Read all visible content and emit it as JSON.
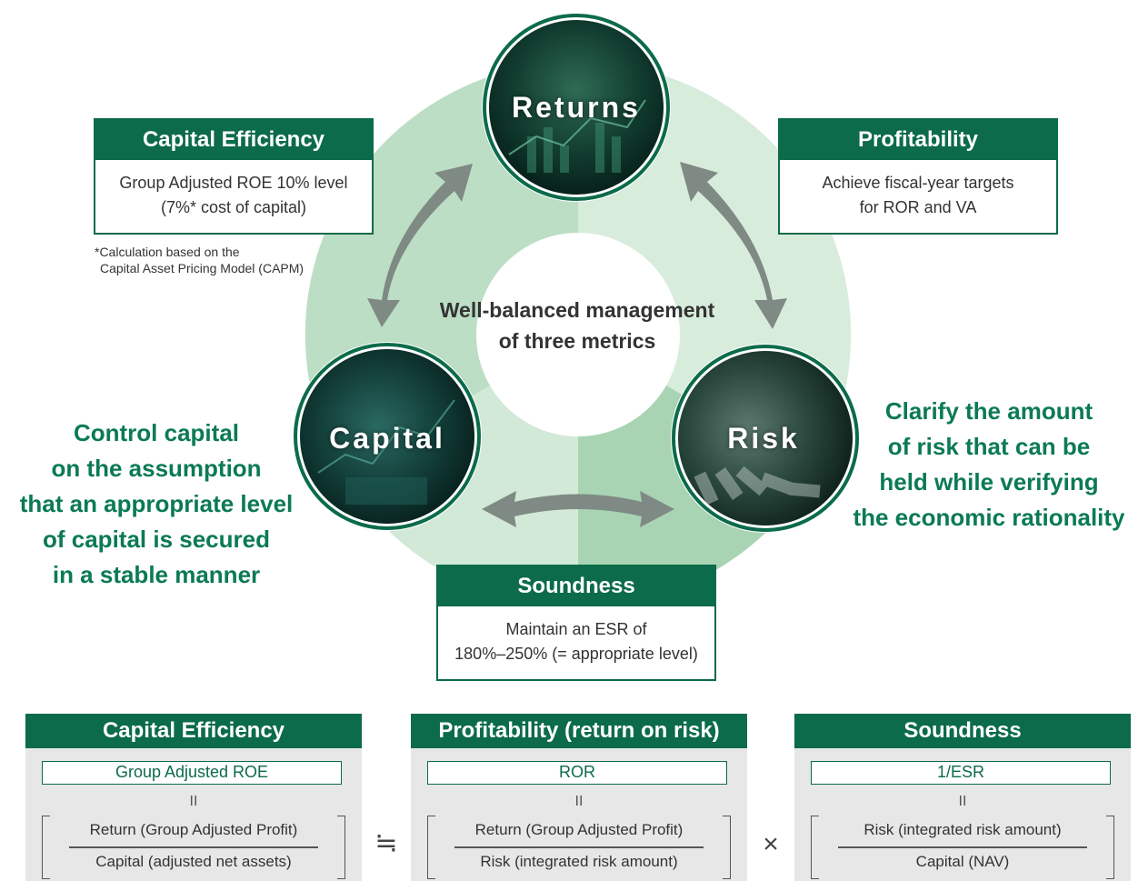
{
  "colors": {
    "brand_green": "#0b6b4a",
    "text_green": "#0b7a55",
    "ring_light": "#c9e2cf",
    "ring_mid": "#a8d3b2",
    "arrow_gray": "#7f8a84",
    "panel_gray": "#e7e7e7"
  },
  "circles": {
    "returns": "Returns",
    "capital": "Capital",
    "risk": "Risk"
  },
  "center": {
    "line1": "Well-balanced management",
    "line2": "of three metrics"
  },
  "capital_efficiency_box": {
    "title": "Capital Efficiency",
    "line1": "Group Adjusted ROE 10% level",
    "line2": "(7%* cost of capital)"
  },
  "footnote": {
    "line1": "*Calculation based on the",
    "line2": "Capital Asset Pricing Model (CAPM)"
  },
  "profitability_box": {
    "title": "Profitability",
    "line1": "Achieve fiscal-year targets",
    "line2": "for ROR and VA"
  },
  "soundness_box": {
    "title": "Soundness",
    "line1": "Maintain an ESR of",
    "line2": "180%–250% (= appropriate level)"
  },
  "capital_note": {
    "line1": "Control capital",
    "line2": "on the assumption",
    "line3": "that an appropriate level",
    "line4": "of capital is secured",
    "line5": "in a stable manner"
  },
  "risk_note": {
    "line1": "Clarify the amount",
    "line2": "of risk that can be",
    "line3": "held while verifying",
    "line4": "the economic rationality"
  },
  "formula": {
    "panels": [
      {
        "title": "Capital Efficiency",
        "metric": "Group Adjusted ROE",
        "equals": "II",
        "numerator": "Return (Group Adjusted Profit)",
        "denominator": "Capital (adjusted net assets)"
      },
      {
        "title": "Profitability (return on risk)",
        "metric": "ROR",
        "equals": "II",
        "numerator": "Return (Group Adjusted Profit)",
        "denominator": "Risk (integrated risk amount)"
      },
      {
        "title": "Soundness",
        "metric": "1/ESR",
        "equals": "II",
        "numerator": "Risk (integrated risk amount)",
        "denominator": "Capital (NAV)"
      }
    ],
    "op_approx": "≒",
    "op_times": "×"
  }
}
